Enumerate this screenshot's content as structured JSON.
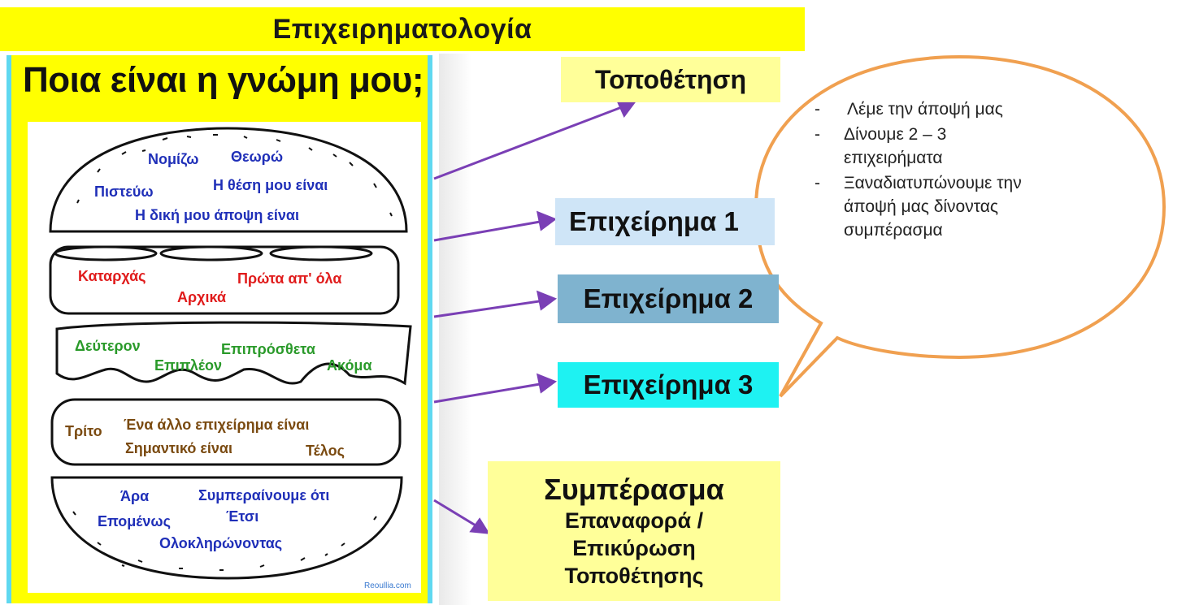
{
  "title": "Επιχειρηματολογία",
  "poster": {
    "heading": "Ποια είναι η γνώμη μου;",
    "credit": "Reoullia.com",
    "top_bun": [
      "Νομίζω",
      "Θεωρώ",
      "Πιστεύω",
      "Η θέση μου είναι",
      "Η δική μου άποψη είναι"
    ],
    "layer1": [
      "Καταρχάς",
      "Πρώτα απ' όλα",
      "Αρχικά"
    ],
    "layer2": [
      "Δεύτερον",
      "Επιπρόσθετα",
      "Επιπλέον",
      "Ακόμα"
    ],
    "layer3": [
      "Τρίτο",
      "Ένα άλλο επιχείρημα είναι",
      "Σημαντικό είναι",
      "Τέλος"
    ],
    "bottom_bun": [
      "Άρα",
      "Συμπεραίνουμε ότι",
      "Επομένως",
      "Έτσι",
      "Ολοκληρώνοντας"
    ]
  },
  "labels": {
    "position": "Τοποθέτηση",
    "arg1": "Επιχείρημα 1",
    "arg2": "Επιχείρημα 2",
    "arg3": "Επιχείρημα 3",
    "conclusion": "Συμπέρασμα",
    "conclusion_sub1": "Επαναφορά /",
    "conclusion_sub2": "Επικύρωση",
    "conclusion_sub3": "Τοποθέτησης"
  },
  "bubble": {
    "items": [
      "Λέμε την άποψή  μας",
      "Δίνουμε 2 – 3 επιχειρήματα",
      "Ξαναδιατυπώνουμε την άποψή μας δίνοντας συμπέρασμα"
    ]
  },
  "colors": {
    "title_bg": "#ffff00",
    "arrow": "#7a3fb5",
    "bubble_outline": "#f0a050",
    "top_bun_text": "#1f2fb8",
    "layer1_text": "#e01b1b",
    "layer2_text": "#2a9a2a",
    "layer3_text": "#7a4a10"
  }
}
